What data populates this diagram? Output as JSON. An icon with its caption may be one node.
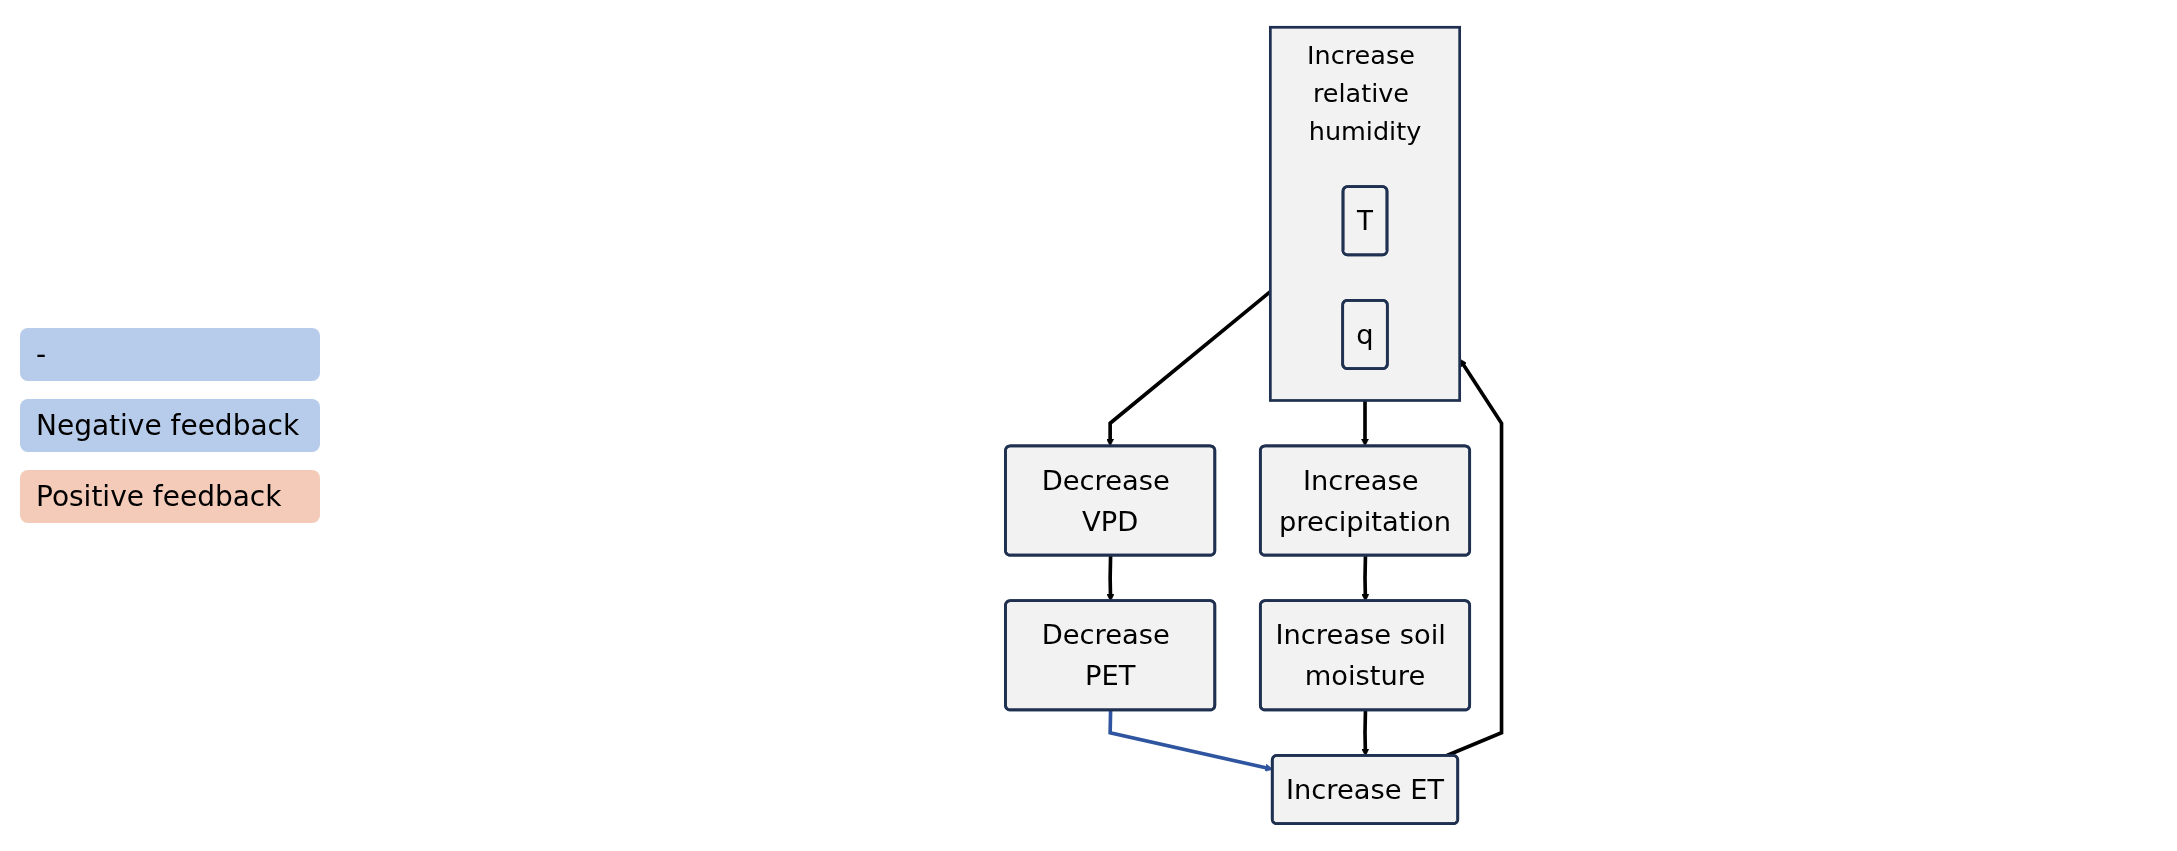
{
  "diagram": {
    "nodes": [
      {
        "text": [
          "Decrease PET"
        ]
      },
      {
        "text": [
          "Increase ET"
        ]
      },
      {
        "text": [
          "Increase soil moisture"
        ]
      },
      {
        "text": [
          "Decrease VPD"
        ]
      },
      {
        "text": [
          "Increase relative humidity"
        ]
      },
      {
        "text": [
          "T"
        ],
        "in": 4
      },
      {
        "text": [
          "q"
        ],
        "in": 4
      },
      {
        "text": [
          "Increase precipitation"
        ]
      }
    ],
    "edges": [
      {
        "from": 0,
        "to": 1,
        "arrow": "to",
        "color": "#2f55a0"
      },
      {
        "from": 2,
        "to": 1,
        "arrow": "to"
      },
      {
        "from": 1,
        "to": 4,
        "arrow": "to"
      },
      {
        "from": 4,
        "to": 3,
        "arrow": "to"
      },
      {
        "from": 3,
        "to": 0,
        "arrow": "to"
      },
      {
        "from": 4,
        "to": 7,
        "arrow": "to"
      },
      {
        "from": 7,
        "to": 2,
        "arrow": "to"
      }
    ],
    "labels": [
      "-",
      "Negative feedback",
      "Positive feedback"
    ]
  }
}
